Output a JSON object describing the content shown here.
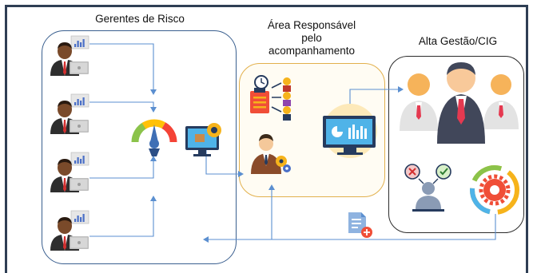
{
  "titles": {
    "risk_managers": "Gerentes de Risco",
    "responsible_area_line1": "Área Responsável",
    "responsible_area_line2": "pelo",
    "responsible_area_line3": "acompanhamento",
    "top_management": "Alta Gestão/CIG"
  },
  "icons": {
    "risk_manager_icon": "businessman-with-chart-and-laptop-icon",
    "gauge_icon": "risk-gauge-icon",
    "monitor_settings_icon": "computer-settings-icon",
    "workflow_icon": "task-workflow-icon",
    "manager_gears_icon": "manager-with-gears-icon",
    "dashboard_monitor_icon": "dashboard-monitor-icon",
    "executives_icon": "executive-team-icon",
    "decision_icon": "approve-reject-decision-icon",
    "cycle_gear_icon": "cycle-gear-icon",
    "report_document_icon": "report-document-icon"
  },
  "colors": {
    "frame": "#2f3e54",
    "risk_box_border": "#3a5f8f",
    "area_box_border": "#e2b04c",
    "arrow": "#5b8fd0"
  }
}
